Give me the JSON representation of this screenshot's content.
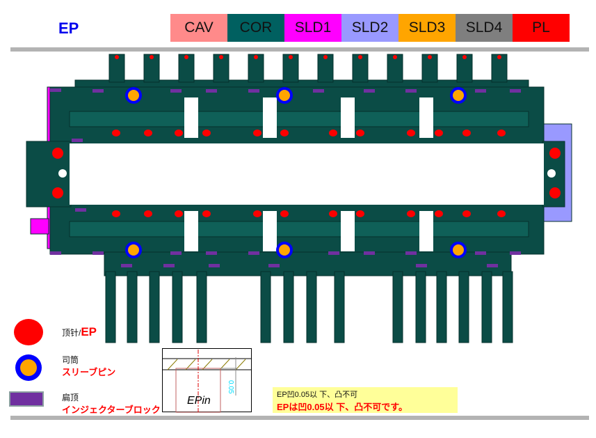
{
  "title": "EP",
  "legend_bar": [
    {
      "label": "CAV",
      "color": "#ff8a8a"
    },
    {
      "label": "COR",
      "color": "#006060"
    },
    {
      "label": "SLD1",
      "color": "#ff00ff"
    },
    {
      "label": "SLD2",
      "color": "#9999ff"
    },
    {
      "label": "SLD3",
      "color": "#ffa500"
    },
    {
      "label": "SLD4",
      "color": "#7f7f7f"
    },
    {
      "label": "PL",
      "color": "#ff0000"
    }
  ],
  "symbols": [
    {
      "name_cn": "顶针/",
      "name_red": "EP"
    },
    {
      "name_cn": "司筒",
      "name_red": "スリーブピン"
    },
    {
      "name_cn": "扁顶",
      "name_red": "インジェクターブロック"
    }
  ],
  "detail": {
    "label": "EPin",
    "dimension": "0.05"
  },
  "note": {
    "line1": "EP凹0.05以 下、凸不可",
    "line2": "EPは凹0.05以 下、凸不可です。"
  },
  "colors": {
    "mold": "#0b4c46",
    "ep": "#ff0000",
    "sleeve_ring": "#0000ff",
    "sleeve_core": "#ffa500",
    "injector": "#7030a0"
  }
}
